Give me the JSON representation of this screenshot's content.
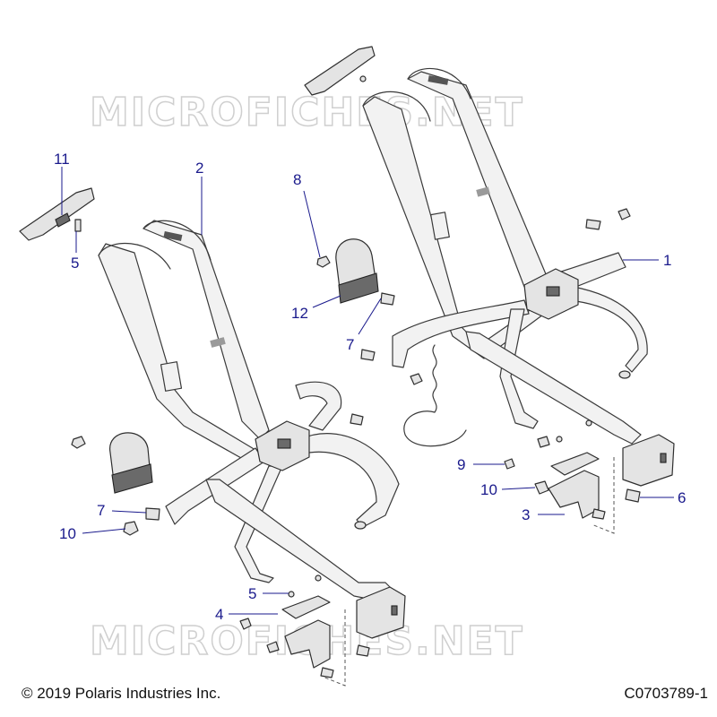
{
  "watermark": {
    "text": "MICROFICHES.NET"
  },
  "callouts": {
    "c1": "1",
    "c2": "2",
    "c3": "3",
    "c4": "4",
    "c5a": "5",
    "c5b": "5",
    "c6": "6",
    "c7a": "7",
    "c7b": "7",
    "c8": "8",
    "c9": "9",
    "c10a": "10",
    "c10b": "10",
    "c11": "11",
    "c12": "12"
  },
  "footer": {
    "copyright": "© 2019 Polaris Industries Inc.",
    "code": "C0703789-1"
  },
  "colors": {
    "callout": "#1a1a8c",
    "line": "#3a3a3a",
    "watermark": "#cfcfcf"
  }
}
